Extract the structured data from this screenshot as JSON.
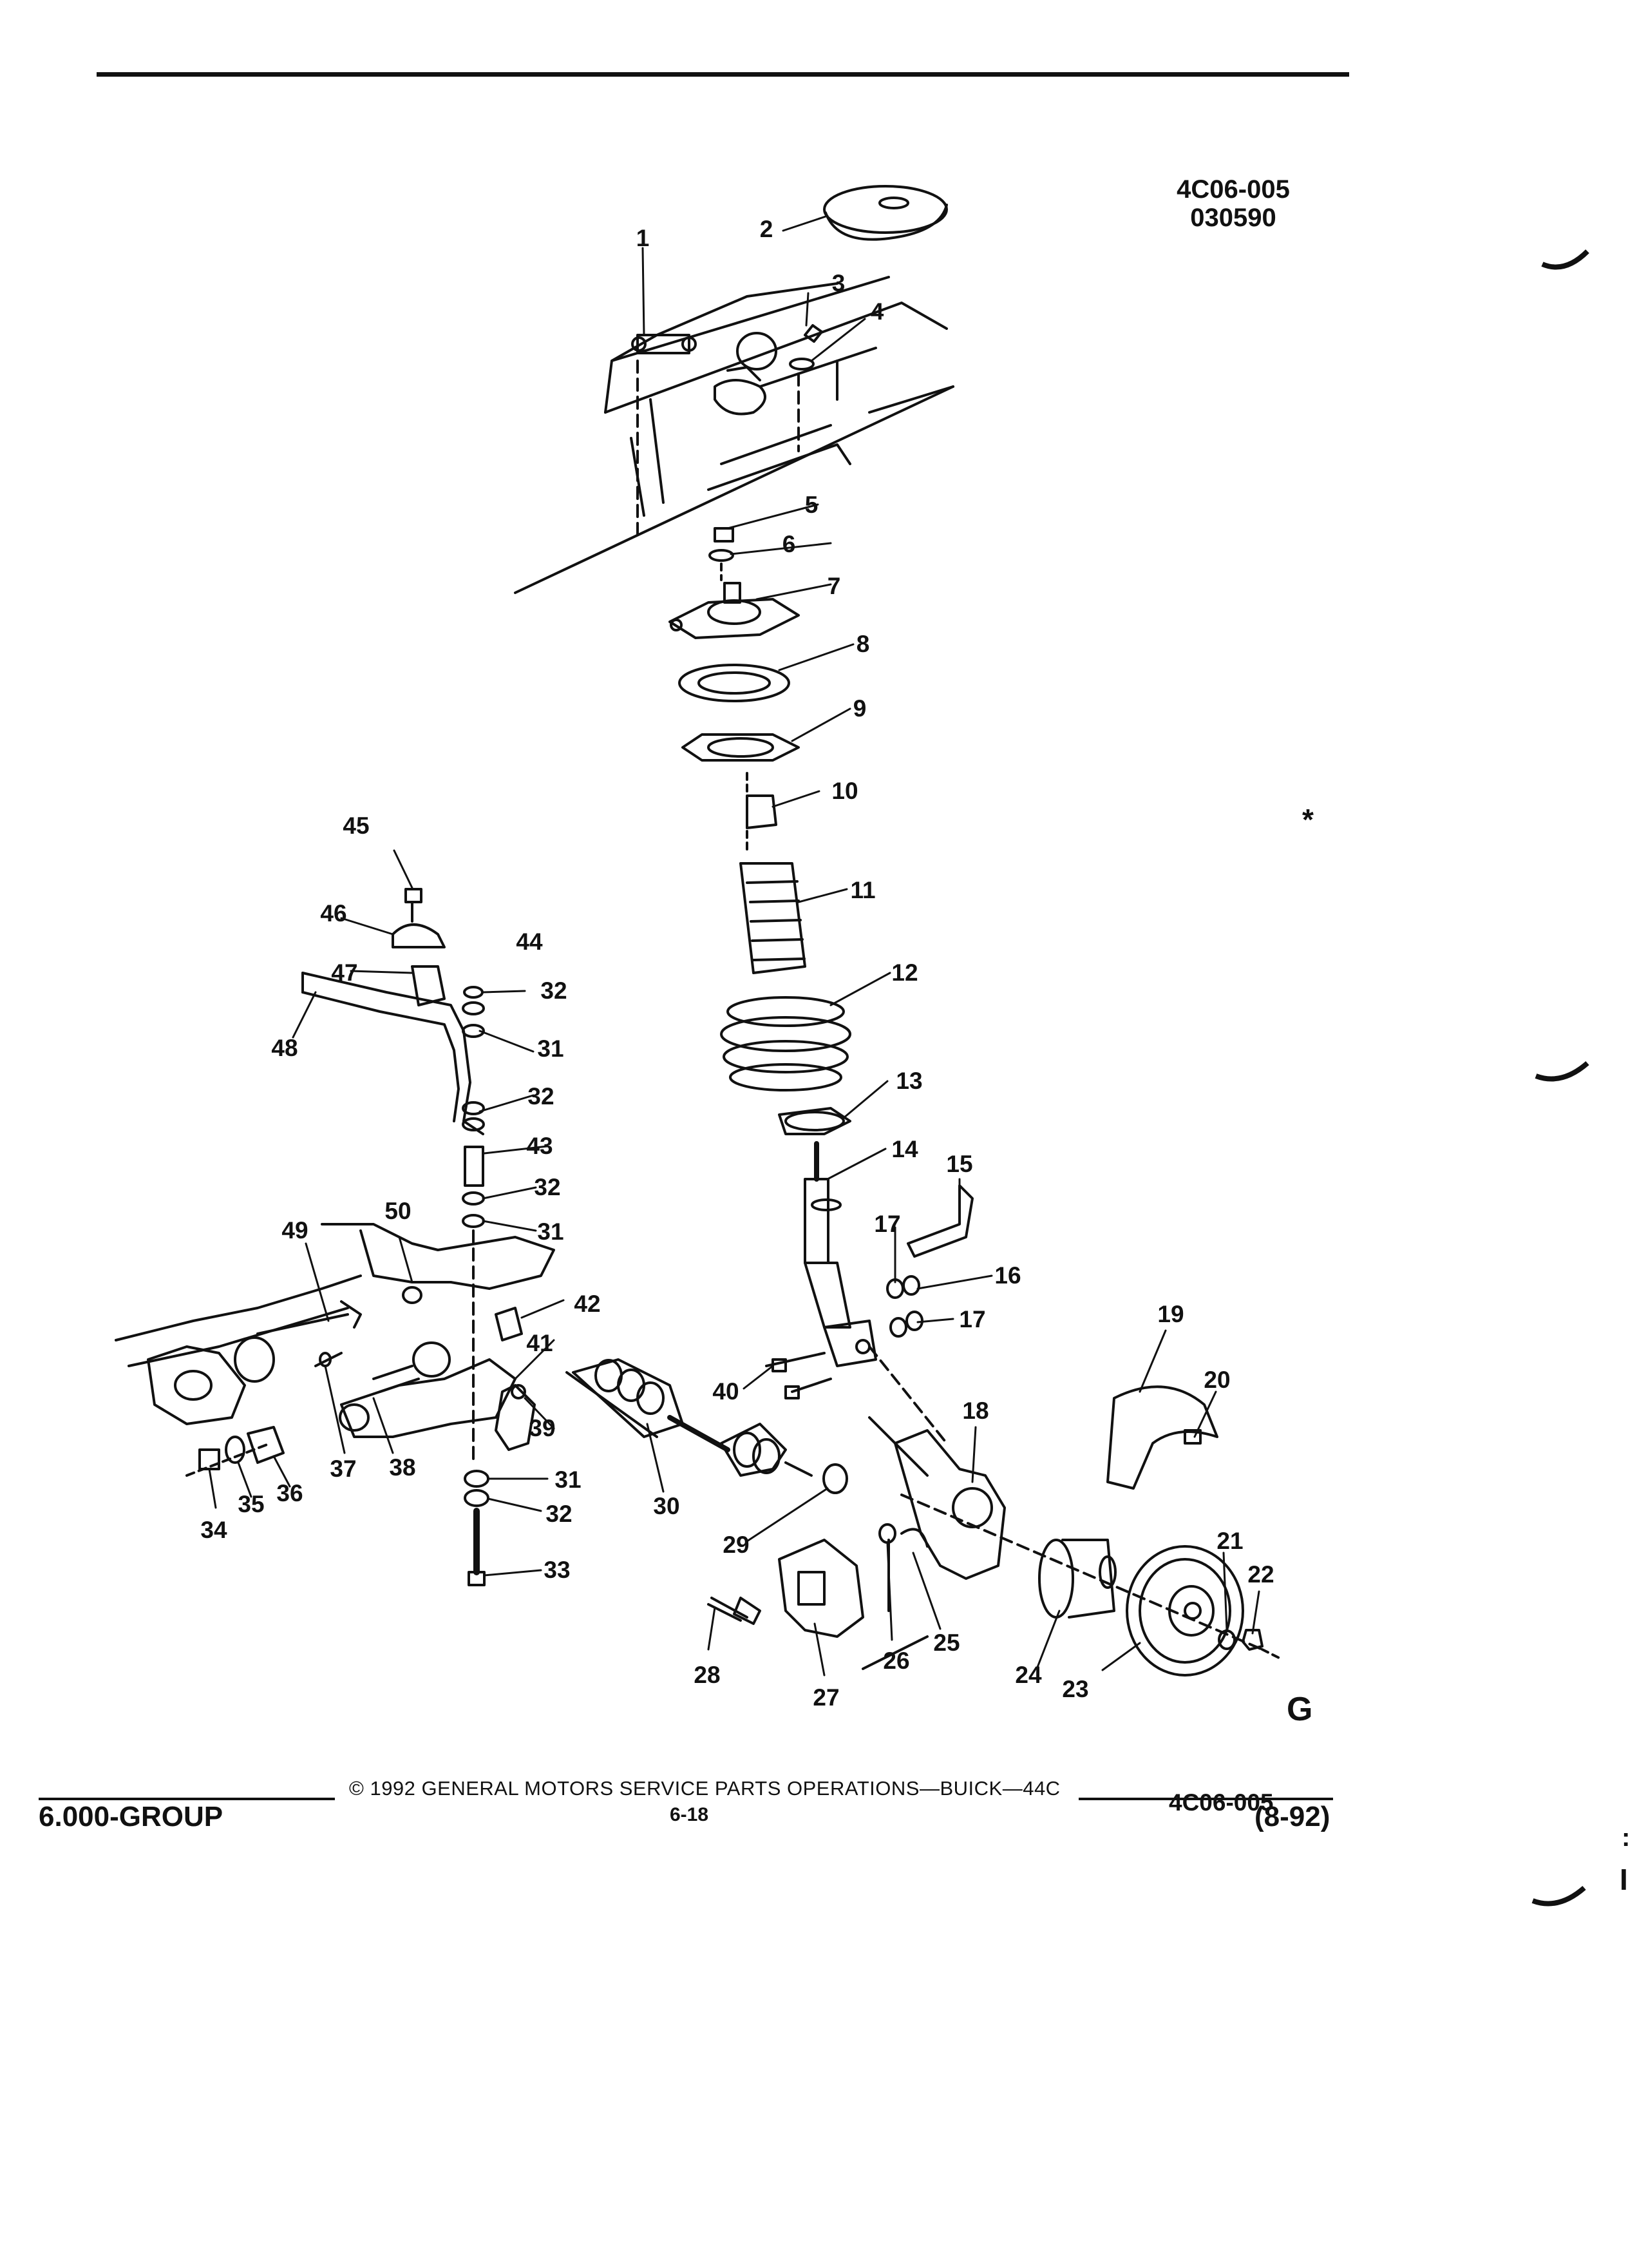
{
  "page": {
    "figure_ref_top": [
      "4C06-005",
      "030590"
    ],
    "figure_ref_bottom": "4C06-005",
    "group": "6.000-GROUP",
    "copyright": "© 1992 GENERAL MOTORS SERVICE PARTS OPERATIONS—BUICK—44C",
    "page_number": "6-18",
    "date_code": "(8-92)",
    "logo": "G",
    "margin_marks": [
      "*",
      ":",
      "I"
    ]
  },
  "callouts": [
    "1",
    "2",
    "3",
    "4",
    "5",
    "6",
    "7",
    "8",
    "9",
    "10",
    "11",
    "12",
    "13",
    "14",
    "15",
    "16",
    "17",
    "17",
    "18",
    "19",
    "20",
    "21",
    "22",
    "23",
    "24",
    "25",
    "26",
    "27",
    "28",
    "29",
    "30",
    "31",
    "31",
    "31",
    "32",
    "32",
    "32",
    "32",
    "33",
    "34",
    "35",
    "36",
    "37",
    "38",
    "39",
    "40",
    "41",
    "42",
    "43",
    "44",
    "45",
    "46",
    "47",
    "48",
    "49",
    "50"
  ],
  "colors": {
    "ink": "#111111",
    "paper": "#ffffff"
  }
}
